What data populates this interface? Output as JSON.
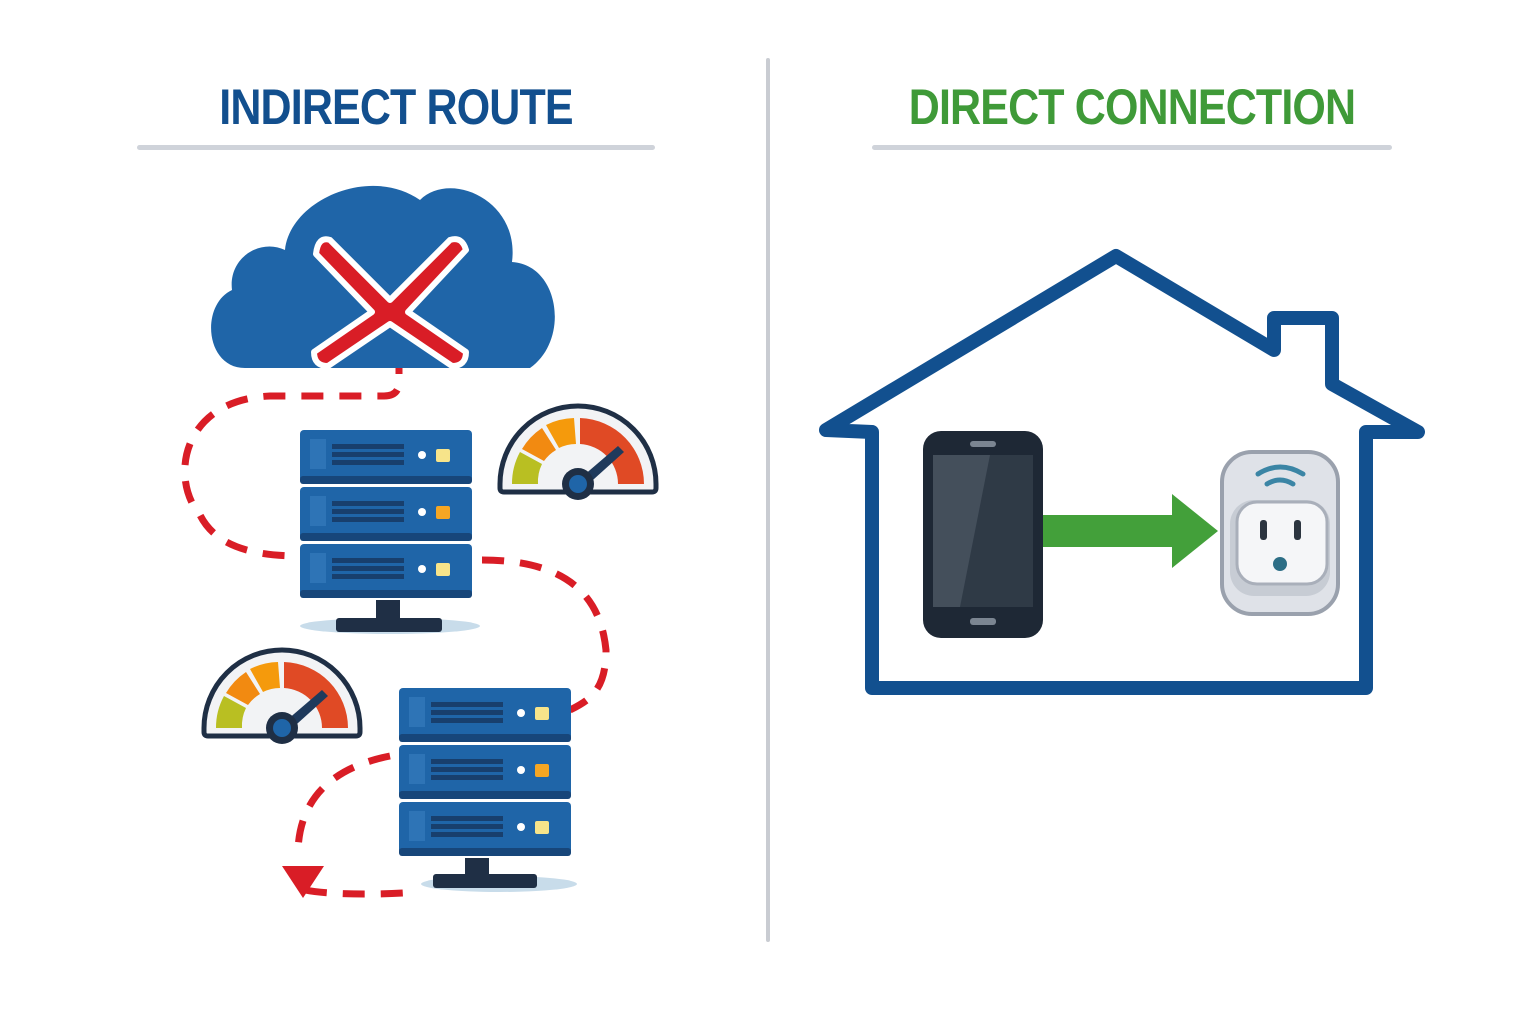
{
  "left_panel": {
    "title": "INDIRECT ROUTE",
    "title_color": "#124f8e",
    "cloud": {
      "icon": "cloud-icon",
      "status": "blocked",
      "status_icon": "x-mark-icon",
      "color": "#1f65a8",
      "x_color": "#d91d26"
    },
    "servers": [
      {
        "icon": "server-rack-icon",
        "units": 3,
        "indicator_colors": [
          "#f7e48a",
          "#f5a623",
          "#f7e48a"
        ]
      },
      {
        "icon": "server-rack-icon",
        "units": 3,
        "indicator_colors": [
          "#f7e48a",
          "#f5a623",
          "#f7e48a"
        ]
      }
    ],
    "gauges": [
      {
        "icon": "speedometer-icon",
        "reading": "high"
      },
      {
        "icon": "speedometer-icon",
        "reading": "high"
      }
    ],
    "path": {
      "style": "dashed",
      "color": "#d91d26",
      "end_icon": "arrow-down-icon"
    }
  },
  "right_panel": {
    "title": "DIRECT CONNECTION",
    "title_color": "#3f9a38",
    "house": {
      "icon": "house-outline-icon",
      "color": "#12508f"
    },
    "phone": {
      "icon": "smartphone-icon"
    },
    "arrow": {
      "icon": "arrow-right-icon",
      "color": "#43a03a"
    },
    "plug": {
      "icon": "smart-plug-icon",
      "signal_icon": "wifi-icon"
    }
  }
}
